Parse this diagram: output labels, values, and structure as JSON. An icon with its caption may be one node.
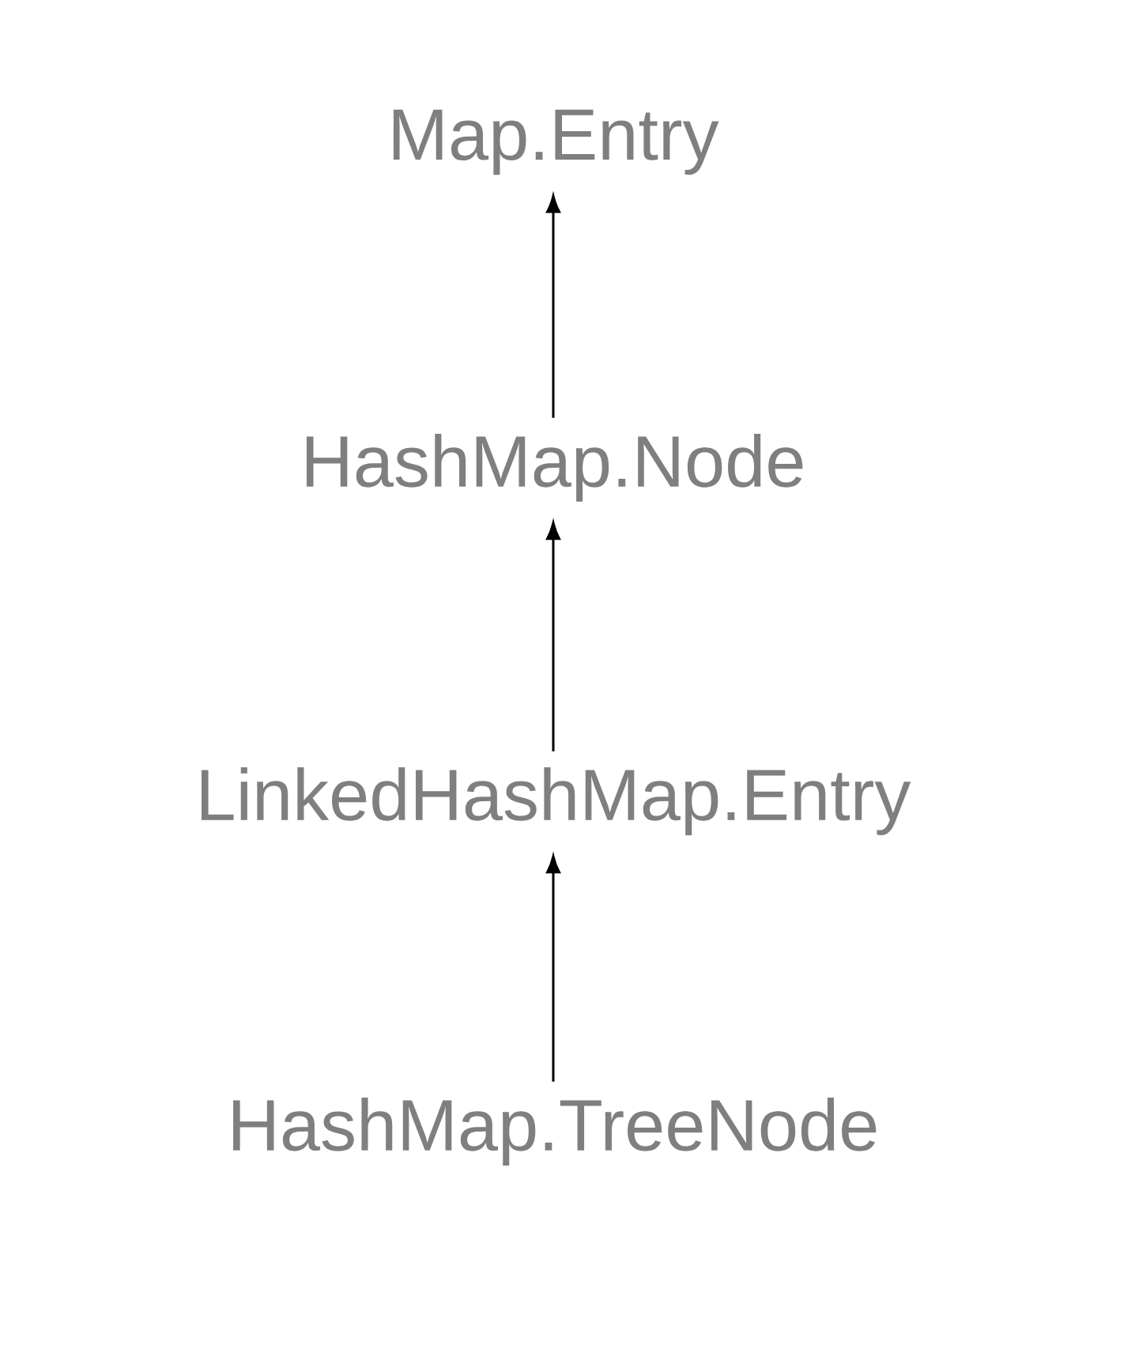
{
  "diagram": {
    "nodes": [
      {
        "text": [
          "Map.Entry"
        ]
      },
      {
        "text": [
          "HashMap.Node"
        ]
      },
      {
        "text": [
          "LinkedHashMap.Entry"
        ]
      },
      {
        "text": [
          "HashMap.TreeNode"
        ]
      }
    ],
    "edges": [
      {
        "from": 1,
        "to": 0,
        "arrow": "to"
      },
      {
        "from": 2,
        "to": 1,
        "arrow": "to"
      },
      {
        "from": 3,
        "to": 2,
        "arrow": "to"
      }
    ]
  }
}
